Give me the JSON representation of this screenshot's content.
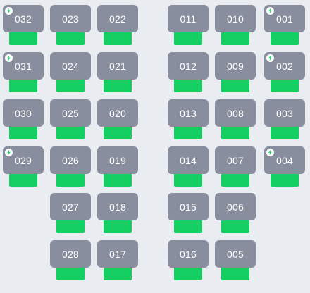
{
  "colors": {
    "background": "#e9edf2",
    "seat_top": "#888e9d",
    "seat_bottom": "#16cf63",
    "label": "#ffffff",
    "charge_icon": "#16cf63"
  },
  "seats": [
    {
      "label": "032",
      "charging": true
    },
    {
      "label": "023",
      "charging": false
    },
    {
      "label": "022",
      "charging": false
    },
    {
      "label": "011",
      "charging": false
    },
    {
      "label": "010",
      "charging": false
    },
    {
      "label": "001",
      "charging": true
    },
    {
      "label": "031",
      "charging": true
    },
    {
      "label": "024",
      "charging": false
    },
    {
      "label": "021",
      "charging": false
    },
    {
      "label": "012",
      "charging": false
    },
    {
      "label": "009",
      "charging": false
    },
    {
      "label": "002",
      "charging": true
    },
    {
      "label": "030",
      "charging": false
    },
    {
      "label": "025",
      "charging": false
    },
    {
      "label": "020",
      "charging": false
    },
    {
      "label": "013",
      "charging": false
    },
    {
      "label": "008",
      "charging": false
    },
    {
      "label": "003",
      "charging": false
    },
    {
      "label": "029",
      "charging": true
    },
    {
      "label": "026",
      "charging": false
    },
    {
      "label": "019",
      "charging": false
    },
    {
      "label": "014",
      "charging": false
    },
    {
      "label": "007",
      "charging": false
    },
    {
      "label": "004",
      "charging": true
    },
    {
      "label": "027",
      "charging": false
    },
    {
      "label": "018",
      "charging": false
    },
    {
      "label": "015",
      "charging": false
    },
    {
      "label": "006",
      "charging": false
    },
    {
      "label": "028",
      "charging": false
    },
    {
      "label": "017",
      "charging": false
    },
    {
      "label": "016",
      "charging": false
    },
    {
      "label": "005",
      "charging": false
    }
  ]
}
